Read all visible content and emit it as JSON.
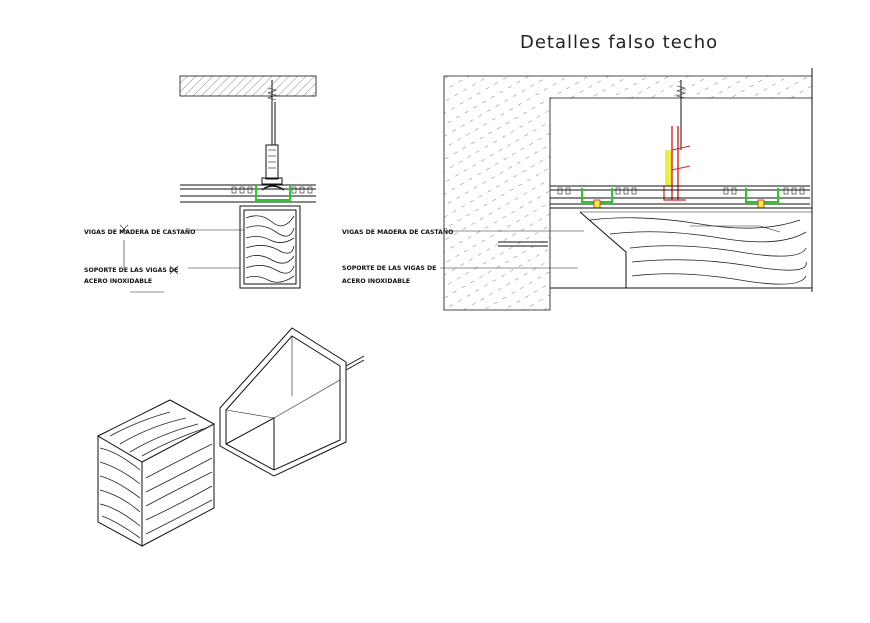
{
  "drawing": {
    "title": "Detalles falso techo",
    "left_detail": {
      "label_beam": "VIGAS DE MADERA DE CASTAÑO",
      "label_support_line1": "SOPORTE DE LAS VIGAS DE",
      "label_support_line2": "ACERO INOXIDABLE"
    },
    "right_detail": {
      "label_beam": "VIGAS DE MADERA DE CASTAÑO",
      "label_support_line1": "SOPORTE DE LAS VIGAS DE",
      "label_support_line2": "ACERO INOXIDABLE"
    }
  },
  "colors": {
    "line": "#111111",
    "clip_green": "#22cc22",
    "hanger_red": "#dd2222",
    "marker_yellow": "#eeee44"
  }
}
